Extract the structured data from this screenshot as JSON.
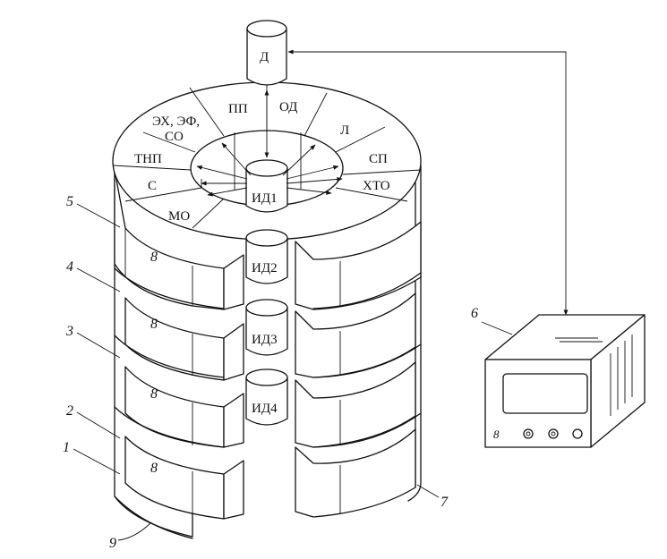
{
  "sensor": {
    "label": "Д"
  },
  "sectors": [
    {
      "id": "pp",
      "label": "ПП"
    },
    {
      "id": "od",
      "label": "ОД"
    },
    {
      "id": "l",
      "label": "Л"
    },
    {
      "id": "sp",
      "label": "СП"
    },
    {
      "id": "hto",
      "label": "ХТО"
    },
    {
      "id": "mo",
      "label": "МО"
    },
    {
      "id": "s",
      "label": "С"
    },
    {
      "id": "tnp",
      "label": "ТНП"
    },
    {
      "id": "eh",
      "label_line1": "ЭХ, ЭФ,",
      "label_line2": "СО"
    }
  ],
  "inner_sensors": [
    {
      "label": "ИД1"
    },
    {
      "label": "ИД2"
    },
    {
      "label": "ИД3"
    },
    {
      "label": "ИД4"
    }
  ],
  "block_marker": "8",
  "level_numbers": [
    "5",
    "4",
    "3",
    "2",
    "1"
  ],
  "callouts": {
    "device": "6",
    "outer_shell_right": "7",
    "outer_shell_bottom": "9"
  }
}
